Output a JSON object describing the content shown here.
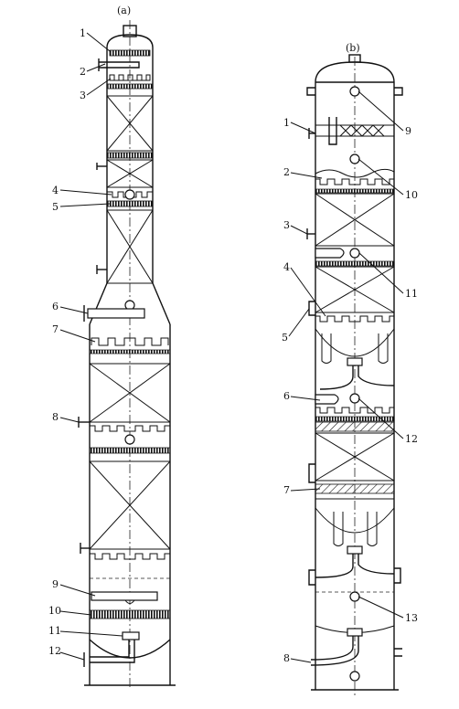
{
  "captions": {
    "a": "(a)",
    "b": "(b)"
  },
  "labels_a": [
    "1",
    "2",
    "3",
    "4",
    "5",
    "6",
    "7",
    "8",
    "9",
    "10",
    "11",
    "12"
  ],
  "labels_b": [
    "1",
    "2",
    "3",
    "4",
    "5",
    "6",
    "7",
    "8",
    "9",
    "10",
    "11",
    "12",
    "13"
  ]
}
